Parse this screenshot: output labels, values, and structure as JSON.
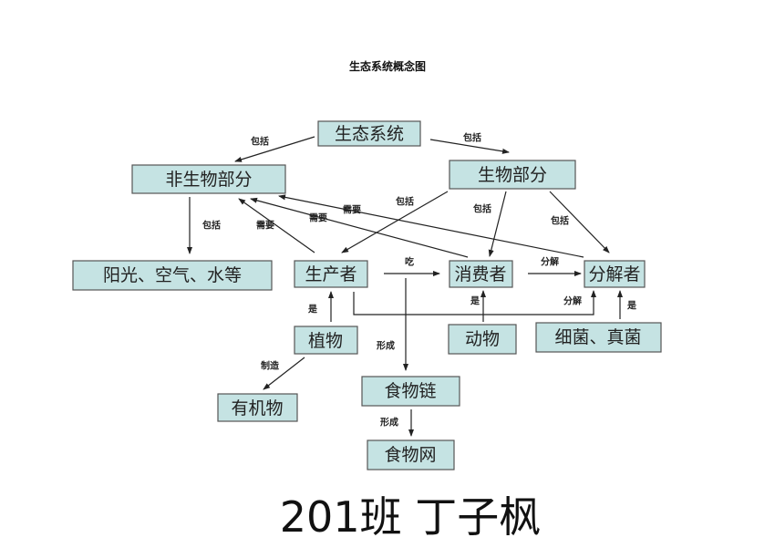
{
  "title": "生态系统概念图",
  "footer": "201班 丁子枫",
  "colors": {
    "box_fill": "#c5e3e3",
    "box_stroke": "#555555"
  },
  "nodes": {
    "ecosystem": "生态系统",
    "abiotic": "非生物部分",
    "biotic": "生物部分",
    "sun_air_water": "阳光、空气、水等",
    "producer": "生产者",
    "consumer": "消费者",
    "decomposer": "分解者",
    "plant": "植物",
    "animal": "动物",
    "bacteria_fungi": "细菌、真菌",
    "organic_matter": "有机物",
    "food_chain": "食物链",
    "food_web": "食物网"
  },
  "edges": {
    "eco_abiotic": "包括",
    "eco_biotic": "包括",
    "abiotic_sun": "包括",
    "producer_needs": "需要",
    "consumer_needs": "需要",
    "decomposer_needs": "需要",
    "biotic_producer": "包括",
    "biotic_consumer": "包括",
    "biotic_decomposer": "包括",
    "eat": "吃",
    "consumer_decompose": "分解",
    "plant_is": "是",
    "producer_decompose": "分解",
    "animal_is": "是",
    "bacteria_is": "是",
    "form_chain": "形成",
    "make": "制造",
    "form_web": "形成"
  }
}
